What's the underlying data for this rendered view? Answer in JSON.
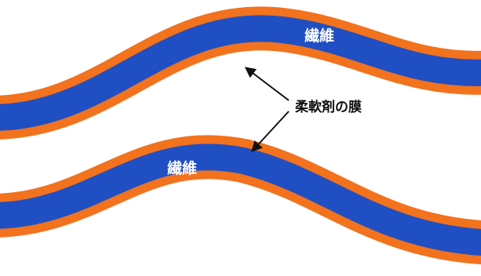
{
  "labels": {
    "fiber_top": "繊維",
    "fiber_bottom": "繊維",
    "film": "柔軟剤の膜"
  },
  "colors": {
    "fiber": "#1f4fc2",
    "film": "#f2721e",
    "arrow": "#111111",
    "label_on_fiber": "#ffffff",
    "label": "#111111",
    "background": "#ffffff"
  }
}
